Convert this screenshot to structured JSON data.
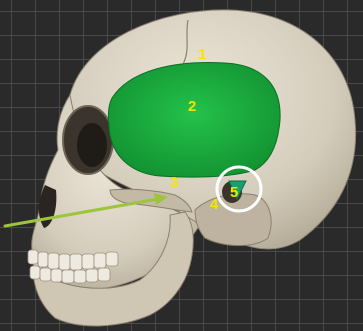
{
  "figure": {
    "background_color": "#2a2a2a",
    "grid_color": "#555555",
    "bone_color": "#d9d2c4",
    "highlight_color": "#1aa83c",
    "label_color": "#f2e600",
    "arrow_color": "#9cc43c",
    "circle_color": "#ffffff"
  },
  "labels": {
    "l1": "1",
    "l2": "2",
    "l3": "3",
    "l4": "4",
    "l5": "5"
  }
}
